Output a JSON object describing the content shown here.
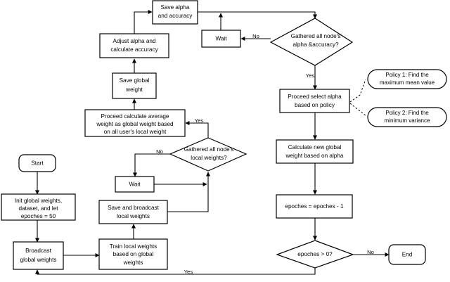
{
  "diagram": {
    "title": "Federated learning adaptive alpha flowchart",
    "type": "flowchart",
    "colors": {
      "background": "#ffffff",
      "stroke": "#000000",
      "fill": "#ffffff"
    }
  },
  "nodes": {
    "start": {
      "label": "Start",
      "shape": "terminator"
    },
    "init": {
      "line1": "Init global weights,",
      "line2": "dataset, and let",
      "line3": "epoches = 50",
      "shape": "process"
    },
    "broadcast_global": {
      "line1": "Broadcast",
      "line2": "global weights",
      "shape": "process"
    },
    "train_local": {
      "line1": "Train local weights",
      "line2": "based on global",
      "line3": "weights",
      "shape": "process"
    },
    "save_broadcast_local": {
      "line1": "Save and broadcast",
      "line2": "local weights",
      "shape": "process"
    },
    "wait_local": {
      "label": "Wait",
      "shape": "process"
    },
    "gathered_local": {
      "line1": "Gathered all node's",
      "line2": "local weights?",
      "shape": "decision"
    },
    "proceed_avg": {
      "line1": "Proceed calculate average",
      "line2": "weight as global weight based",
      "line3": "on all user's local weight",
      "shape": "process"
    },
    "save_global_weight": {
      "line1": "Save global",
      "line2": "weight",
      "shape": "process"
    },
    "adjust_alpha": {
      "line1": "Adjust alpha and",
      "line2": "calculate accuracy",
      "shape": "process"
    },
    "save_alpha": {
      "line1": "Save alpha",
      "line2": "and accuracy",
      "shape": "process"
    },
    "wait_alpha": {
      "label": "Wait",
      "shape": "process"
    },
    "gathered_alpha": {
      "line1": "Gathered all node's",
      "line2": "alpha &accuracy?",
      "shape": "decision"
    },
    "select_alpha": {
      "line1": "Proceed select alpha",
      "line2": "based on policy",
      "shape": "process"
    },
    "calc_new_global": {
      "line1": "Calculate new global",
      "line2": "weight based on alpha",
      "shape": "process"
    },
    "epoches_dec": {
      "label": "epoches = epoches - 1",
      "shape": "process"
    },
    "epoches_check": {
      "label": "epoches > 0?",
      "shape": "decision"
    },
    "end": {
      "label": "End",
      "shape": "terminator"
    },
    "policy1": {
      "line1": "Policy 1: Find the",
      "line2": "maximum mean value",
      "shape": "callout"
    },
    "policy2": {
      "line1": "Policy 2: Find the",
      "line2": "minimum variance",
      "shape": "callout"
    }
  },
  "edge_labels": {
    "gathered_local_no": "No",
    "gathered_local_yes": "Yes",
    "gathered_alpha_no": "No",
    "gathered_alpha_yes": "Yes",
    "epoches_no": "No",
    "epoches_yes": "Yes"
  }
}
